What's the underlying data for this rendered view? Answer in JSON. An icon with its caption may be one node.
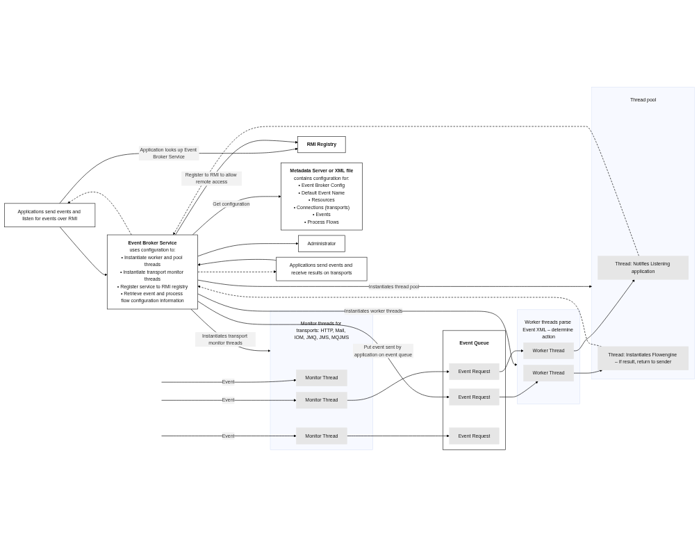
{
  "diagram": {
    "nodes": [
      {
        "text": [
          "RMI Registry"
        ]
      },
      {
        "text": [
          "Metadata Server or XML file",
          "contains configuration for:",
          "• Event Broker Config",
          "• Default Event Name",
          "• Resources",
          "• Connections (transports)",
          "• Events",
          "• Process Flows"
        ]
      },
      {
        "text": [
          "Administrator"
        ]
      },
      {
        "text": [
          "Applications send events and listen for events over RMI"
        ]
      },
      {
        "text": [
          "Event Broker Service",
          "uses configuration to:",
          "• Instantiate worker and pool threads",
          "• Instantiate transport monitor threads",
          "• Register service to RMI registry",
          "• Retrieve event and process flow configuration information"
        ]
      },
      {
        "text": [
          "Applications send events and receive results on transports"
        ]
      },
      {
        "text": [
          "Thread pool"
        ]
      },
      {
        "text": [
          "Thread: Notifies Listening application"
        ],
        "in": 6
      },
      {
        "text": [
          "Thread: Instantiates Flowengine – if result, return to sender"
        ],
        "in": 6
      },
      {
        "text": [
          "Monitor threads for transports: HTTP, Mail, IOM, JMQ, JMS, MQJMS"
        ]
      },
      {
        "text": [
          "Monitor Thread"
        ],
        "in": 9
      },
      {
        "text": [
          "Monitor Thread"
        ],
        "in": 9
      },
      {
        "text": [
          "Monitor Thread"
        ],
        "in": 9
      },
      {
        "text": [
          "Event Queue"
        ]
      },
      {
        "text": [
          "Event Request"
        ],
        "in": 13
      },
      {
        "text": [
          "Event Request"
        ],
        "in": 13
      },
      {
        "text": [
          "Event Request"
        ],
        "in": 13
      },
      {
        "text": [
          "Worker threads parse Event XML – determine action"
        ]
      },
      {
        "text": [
          "Worker Thread"
        ],
        "in": 17
      },
      {
        "text": [
          "Worker Thread"
        ],
        "in": 17
      }
    ],
    "edges": [
      {
        "from": 3,
        "to": 0,
        "arrow": "to",
        "label": "Application looks up Event Broker Service"
      },
      {
        "from": 4,
        "to": 0,
        "arrow": "to",
        "label": "Register to RMI to allow remote access"
      },
      {
        "from": 4,
        "to": 1,
        "arrow": "to",
        "label": "Get configuration"
      },
      {
        "from": 4,
        "to": 2,
        "arrow": "to"
      },
      {
        "from": 4,
        "to": 6,
        "arrow": "to",
        "label": "Instantiates thread pool"
      },
      {
        "from": 3,
        "to": 4,
        "arrow": "to"
      },
      {
        "from": 4,
        "to": 3,
        "arrow": "to",
        "style": "dashed"
      },
      {
        "from": 5,
        "to": 4,
        "arrow": "to"
      },
      {
        "from": 4,
        "to": 5,
        "arrow": "to",
        "style": "dashed"
      },
      {
        "from": 7,
        "to": 4,
        "arrow": "to",
        "style": "dashed"
      },
      {
        "from": 8,
        "to": 4,
        "arrow": "to",
        "style": "dashed"
      },
      {
        "from": 4,
        "to": 9,
        "arrow": "to",
        "label": "Instantiates transport monitor threads"
      },
      {
        "from": 4,
        "to": 14,
        "arrow": "to",
        "label": "Put event sent by application on event queue"
      },
      {
        "from": 4,
        "to": 17,
        "arrow": "to",
        "label": "Instantiates worker threads"
      },
      {
        "from": null,
        "to": 10,
        "arrow": "to",
        "label": "Event"
      },
      {
        "from": null,
        "to": 11,
        "arrow": "to",
        "label": "Event"
      },
      {
        "from": null,
        "to": 12,
        "arrow": "to",
        "label": "Event"
      },
      {
        "from": 11,
        "to": 15,
        "arrow": "to"
      },
      {
        "from": 12,
        "to": 16,
        "arrow": "to"
      },
      {
        "from": 14,
        "to": 18,
        "arrow": "to"
      },
      {
        "from": 15,
        "to": 19,
        "arrow": "to"
      },
      {
        "from": 18,
        "to": 8,
        "arrow": "to"
      },
      {
        "from": 19,
        "to": 7,
        "arrow": "to"
      }
    ]
  }
}
